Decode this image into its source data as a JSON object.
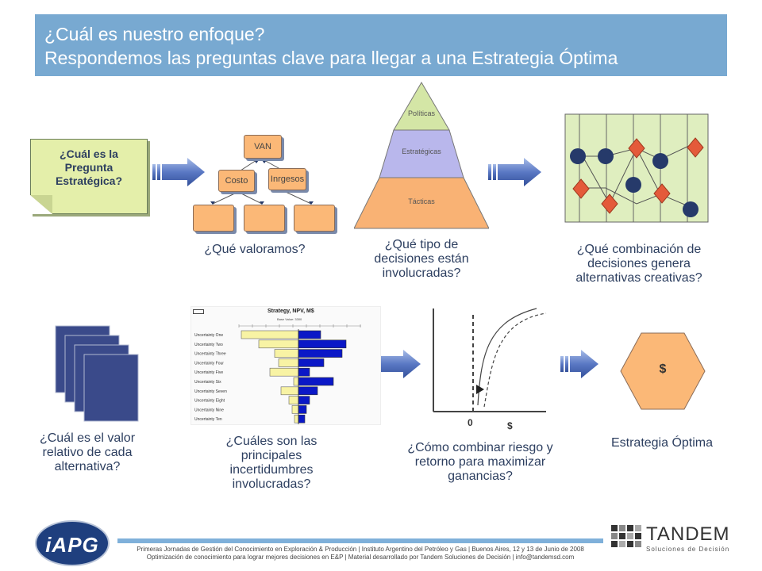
{
  "header": {
    "line1": "¿Cuál es nuestro enfoque?",
    "line2": "Respondemos las preguntas clave para llegar a una Estrategia Óptima"
  },
  "note": {
    "text": "¿Cuál es la Pregunta Estratégica?"
  },
  "tree": {
    "root": "VAN",
    "left": "Costo",
    "right": "Inrgesos",
    "caption": "¿Qué valoramos?"
  },
  "pyramid": {
    "top": "Políticas",
    "middle": "Estratégicas",
    "bottom": "Tácticas",
    "caption": "¿Qué tipo de decisiones están involucradas?"
  },
  "combination": {
    "caption": "¿Qué combinación de decisiones genera alternativas creativas?"
  },
  "stack": {
    "caption": "¿Cuál es el valor relativo de cada alternativa?"
  },
  "tornado": {
    "title": "Strategy, NPV, M$",
    "subtitle": "Base Value: 3300",
    "caption": "¿Cuáles son las principales incertidumbres involucradas?",
    "rows": [
      "Uncertainty One",
      "Uncertainty Two",
      "Uncertainty Three",
      "Uncertainty Four",
      "Uncertainty Five",
      "Uncertainty Six",
      "Uncertainty Seven",
      "Uncertainty Eight",
      "Uncertainty Nine",
      "Uncertainty Ten"
    ],
    "low": [
      72,
      50,
      30,
      25,
      36,
      6,
      22,
      12,
      8,
      5
    ],
    "high": [
      28,
      60,
      55,
      32,
      14,
      44,
      24,
      14,
      10,
      8
    ]
  },
  "risk": {
    "zero": "0",
    "dollar": "$",
    "caption": "¿Cómo combinar riesgo y retorno para maximizar ganancias?"
  },
  "optimal": {
    "symbol": "$",
    "caption": "Estrategia Óptima"
  },
  "footer": {
    "line1": "Primeras Jornadas de Gestión del Conocimiento en Exploración & Producción | Instituto Argentino del Petróleo y Gas | Buenos Aires, 12 y 13 de Junio de 2008",
    "line2": "Optimización de conocimiento para lograr mejores decisiones en E&P | Material desarrollado por Tandem Soluciones de Decisión | info@tandemsd.com"
  },
  "logos": {
    "iapg": "iAPG",
    "tandem": "TANDEM",
    "tandem_tag": "Soluciones de Decisión"
  },
  "colors": {
    "header": "#78a9d1",
    "note": "#e4efaa",
    "box": "#fbb877",
    "arrow": "#6a85c9",
    "grid": "#dfeebf",
    "navy": "#263a6a",
    "diamond": "#e45a3a",
    "tornado_low": "#f8f3a4",
    "tornado_high": "#0b18c7",
    "hexagon": "#fbb877"
  }
}
